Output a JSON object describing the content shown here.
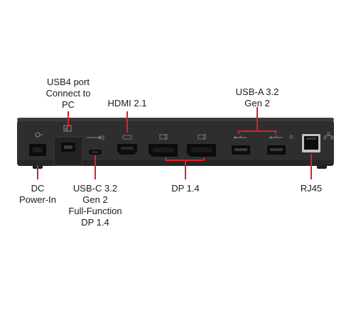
{
  "colors": {
    "leader": "#e02020",
    "body": "#2e2e30",
    "port": "#0c0c0c",
    "text": "#1a1a1a"
  },
  "labels": {
    "usb4": [
      "USB4 port",
      "Connect to",
      "PC"
    ],
    "hdmi": [
      "HDMI 2.1"
    ],
    "usba": [
      "USB-A 3.2",
      "Gen 2"
    ],
    "dc": [
      "DC",
      "Power-In"
    ],
    "usbc": [
      "USB-C 3.2",
      "Gen 2",
      "Full-Function",
      "DP 1.4"
    ],
    "dp": [
      "DP 1.4"
    ],
    "rj45": [
      "RJ45"
    ]
  },
  "icons": {
    "dc": "power-icon",
    "usb4": "thunderbolt-icon",
    "usbc": "usb-c-icon",
    "hdmi": "hdmi-icon",
    "dp": "displayport-icon",
    "usba": "usb-icon",
    "rj45": "network-icon"
  }
}
